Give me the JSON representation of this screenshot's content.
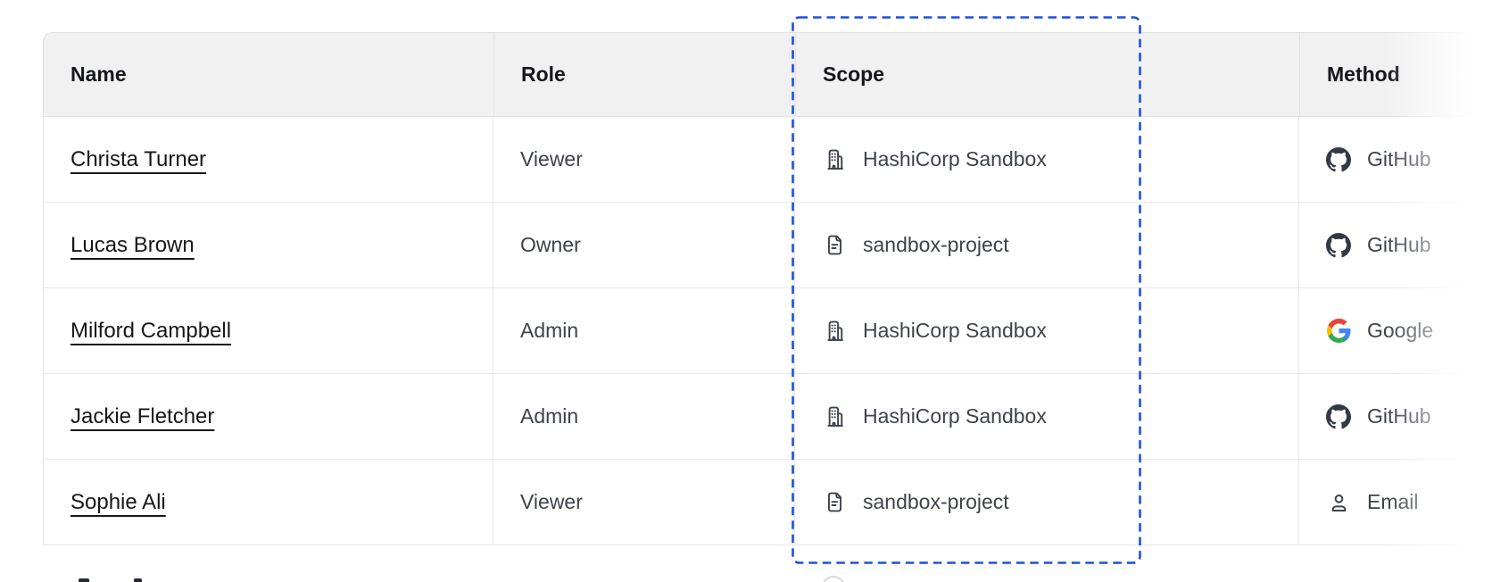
{
  "annotation": {
    "highlighted_column": "Scope",
    "dashed_box_color": "#1d51db"
  },
  "colors": {
    "header_background": "#f1f1f2",
    "border": "#e1e1e5",
    "header_text": "#16171b",
    "body_text": "#3e424b",
    "github_icon": "#333a45",
    "google_blue": "#4285F4",
    "google_green": "#34A853",
    "google_yellow": "#FBBC05",
    "google_red": "#EA4335"
  },
  "table": {
    "header": {
      "name": "Name",
      "role": "Role",
      "scope": "Scope",
      "method": "Method"
    },
    "rows": [
      {
        "name": "Christa Turner",
        "role": "Viewer",
        "scope": {
          "icon": "org-building-icon",
          "label": "HashiCorp Sandbox"
        },
        "method": {
          "icon": "github-icon",
          "label": "GitHub"
        }
      },
      {
        "name": "Lucas Brown",
        "role": "Owner",
        "scope": {
          "icon": "project-file-icon",
          "label": "sandbox-project"
        },
        "method": {
          "icon": "github-icon",
          "label": "GitHub"
        }
      },
      {
        "name": "Milford Campbell",
        "role": "Admin",
        "scope": {
          "icon": "org-building-icon",
          "label": "HashiCorp Sandbox"
        },
        "method": {
          "icon": "google-icon",
          "label": "Google"
        }
      },
      {
        "name": "Jackie Fletcher",
        "role": "Admin",
        "scope": {
          "icon": "org-building-icon",
          "label": "HashiCorp Sandbox"
        },
        "method": {
          "icon": "github-icon",
          "label": "GitHub"
        }
      },
      {
        "name": "Sophie Ali",
        "role": "Viewer",
        "scope": {
          "icon": "project-file-icon",
          "label": "sandbox-project"
        },
        "method": {
          "icon": "person-icon",
          "label": "Email"
        }
      }
    ]
  }
}
